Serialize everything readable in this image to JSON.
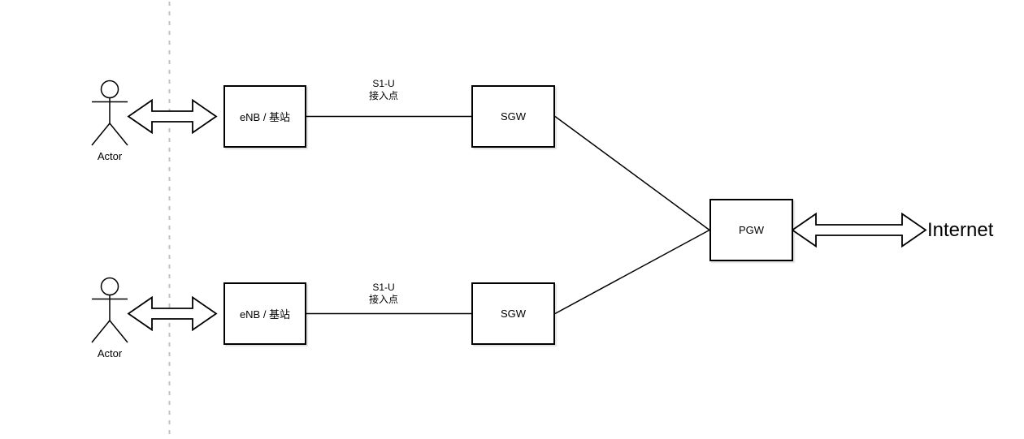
{
  "diagram": {
    "nodes": {
      "enb_top": "eNB / 基站",
      "sgw_top": "SGW",
      "enb_bottom": "eNB / 基站",
      "sgw_bottom": "SGW",
      "pgw": "PGW"
    },
    "actors": {
      "top": "Actor",
      "bottom": "Actor"
    },
    "links": {
      "s1u_top": {
        "line1": "S1-U",
        "line2": "接入点"
      },
      "s1u_bottom": {
        "line1": "S1-U",
        "line2": "接入点"
      }
    },
    "internet": "Internet",
    "colors": {
      "stroke": "#000000",
      "fill": "#ffffff",
      "boundary_dash": "#c2c2c2"
    }
  }
}
